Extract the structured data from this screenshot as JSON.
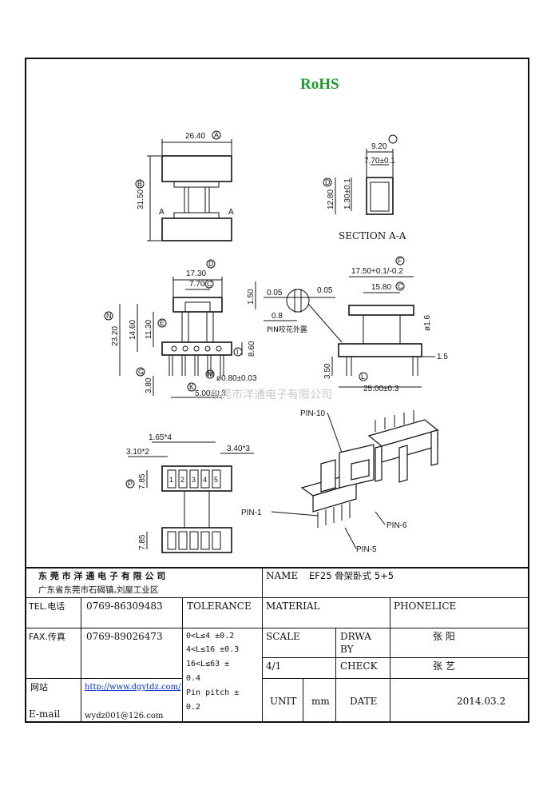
{
  "rohs": "RoHS",
  "drawing": {
    "top_view": {
      "width_label": "26.40",
      "width_ref": "A",
      "height_label": "31.50",
      "height_ref": "B",
      "section_mark_left": "A",
      "section_mark_right": "A"
    },
    "section": {
      "title": "SECTION A-A",
      "outer": "9.20",
      "inner": "7.70±0.1",
      "height": "12.80",
      "height_ref": "D",
      "inner_h": "1.30±0.1"
    },
    "front_view": {
      "top": "17.30",
      "top_ref": "D",
      "inner": "7.70",
      "inner_ref": "C",
      "overall_h": "23.20",
      "overall_ref": "N",
      "h1": "14.60",
      "h2": "11.30",
      "h2_ref": "E",
      "base_h": "8.60",
      "base_ref": "I",
      "pin_len": "3.80",
      "pin_ref": "G",
      "pin_dia": "ø0.80±0.03",
      "pin_dia_ref": "M",
      "pitch": "5.00±0.3",
      "pitch_ref": "K"
    },
    "detail": {
      "d1": "1.50",
      "d2": "0.05",
      "d3": "0.05",
      "d4": "0.8",
      "note": "PIN咬花外露"
    },
    "side_view": {
      "top": "17.50+0.1/-0.2",
      "top_ref": "F",
      "inner": "15.80",
      "inner_ref": "C",
      "pin_dia": "ø1.6",
      "foot": "1.5",
      "pin_len": "3.50",
      "base": "25.00±0.3",
      "base_ref": "L"
    },
    "bottom_view": {
      "pitch": "1.65*4",
      "offset_left": "3.10*2",
      "offset_right": "3.40*3",
      "row_h_top": "7.85",
      "row_h_ref": "P",
      "row_h_bottom": "7.85",
      "pin_numbers": [
        "1",
        "2",
        "3",
        "4",
        "5"
      ]
    },
    "iso": {
      "pin10": "PIN-10",
      "pin1": "PIN-1",
      "pin6": "PIN-6",
      "pin5": "PIN-5"
    },
    "watermark": "东莞市洋通电子有限公司"
  },
  "title_block": {
    "company": "东 莞 市 洋 通 电 子 有 限 公 司",
    "address": "广东省东莞市石碣镇,刘屋工业区",
    "name_label": "NAME",
    "name_value": "EF25 骨架卧式 5+5",
    "tel_label": "TEL.电话",
    "tel_value": "0769-86309483",
    "tolerance_label": "TOLERANCE",
    "material_label": "MATERIAL",
    "phonelice_label": "PHONELICE",
    "fax_label": "FAX.传真",
    "fax_value": "0769-89026473",
    "tol_1": "0<L≤4   ±0.2",
    "tol_2": "4<L≤16  ±0.3",
    "tol_3": "16<L≤63  ±",
    "tol_4": "0.4",
    "tol_5": "Pin pitch ±",
    "tol_6": "0.2",
    "scale_label": "SCALE",
    "drawn_label_1": "DRWA",
    "drawn_label_2": "BY",
    "drawn_value": "张 阳",
    "scale_value": "4/1",
    "check_label": "CHECK",
    "check_value": "张 艺",
    "web_label": "网站",
    "web_value": "http://www.dgytdz.com/",
    "email_label": "E-mail",
    "email_value": "wydz001@126.com",
    "unit_label": "UNIT",
    "unit_value": "mm",
    "date_label": "DATE",
    "date_value": "2014.03.2"
  }
}
